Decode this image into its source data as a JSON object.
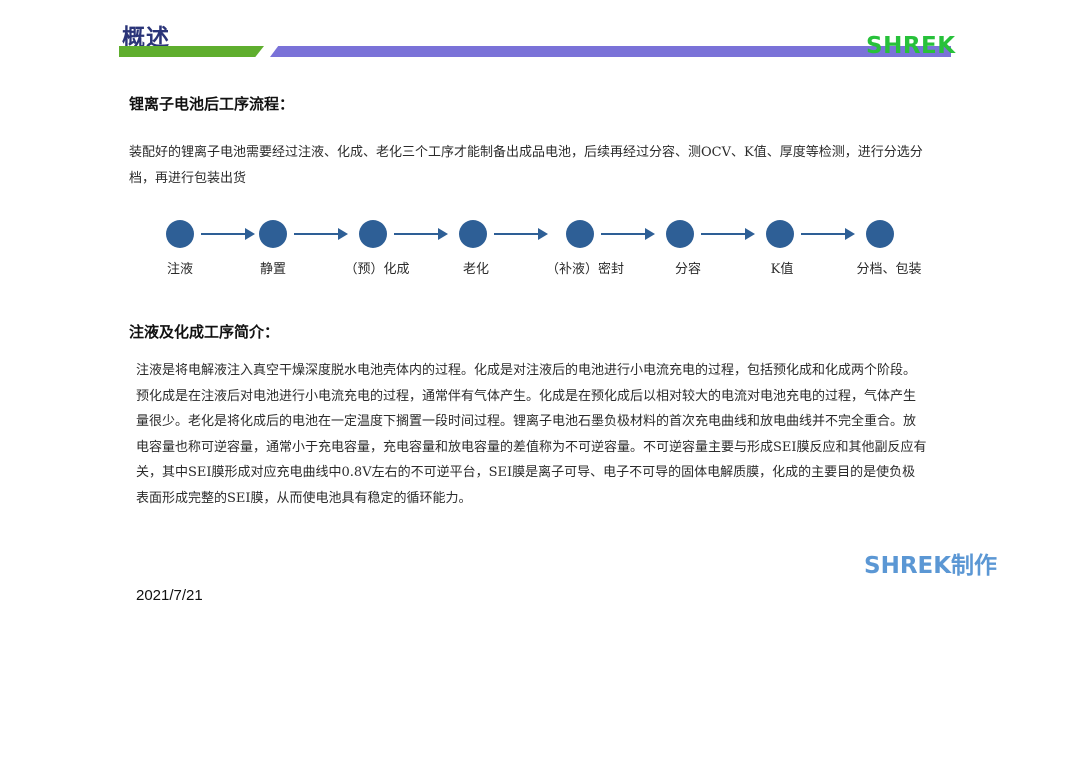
{
  "header": {
    "title": "概述",
    "brand": "SHREK",
    "colors": {
      "title": "#2a3478",
      "bar_left": "#5fae2e",
      "bar_right": "#7a72d8",
      "brand": "#27c13a"
    }
  },
  "section1": {
    "heading": "锂离子电池后工序流程：",
    "paragraph": "装配好的锂离子电池需要经过注液、化成、老化三个工序才能制备出成品电池，后续再经过分容、测OCV、K值、厚度等检测，进行分选分档，再进行包装出货"
  },
  "flow": {
    "steps": [
      "注液",
      "静置",
      "（预）化成",
      "老化",
      "（补液）密封",
      "分容",
      "K值",
      "分档、包装"
    ],
    "color": "#2e5f96"
  },
  "section2": {
    "heading": "注液及化成工序简介：",
    "paragraph": "注液是将电解液注入真空干燥深度脱水电池壳体内的过程。化成是对注液后的电池进行小电流充电的过程，包括预化成和化成两个阶段。预化成是在注液后对电池进行小电流充电的过程，通常伴有气体产生。化成是在预化成后以相对较大的电流对电池充电的过程，气体产生量很少。老化是将化成后的电池在一定温度下搁置一段时间过程。锂离子电池石墨负极材料的首次充电曲线和放电曲线并不完全重合。放电容量也称可逆容量，通常小于充电容量，充电容量和放电容量的差值称为不可逆容量。不可逆容量主要与形成SEI膜反应和其他副反应有关，其中SEI膜形成对应充电曲线中0.8V左右的不可逆平台，SEI膜是离子可导、电子不可导的固体电解质膜，化成的主要目的是使负极表面形成完整的SEI膜，从而使电池具有稳定的循环能力。"
  },
  "footer": {
    "credit": "SHREK制作",
    "date": "2021/7/21"
  }
}
